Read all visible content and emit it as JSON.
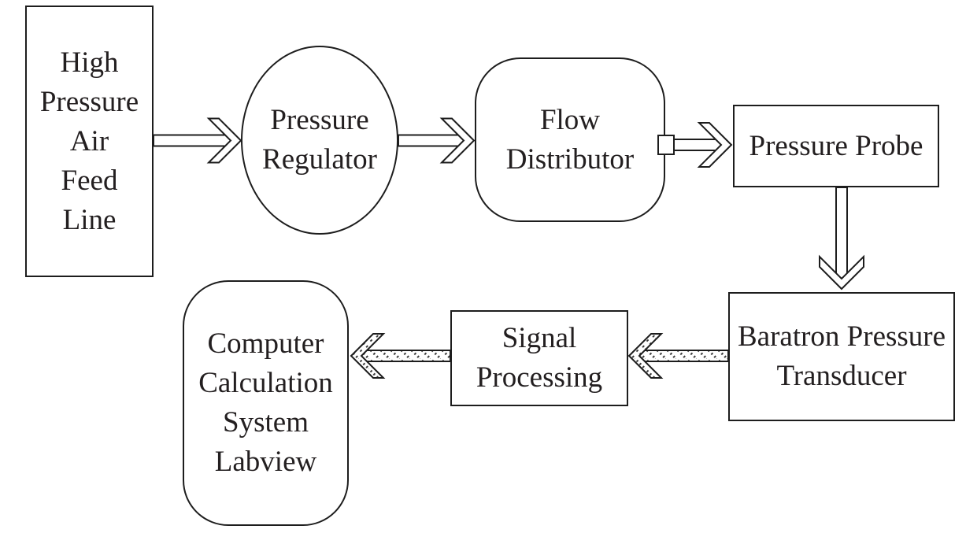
{
  "diagram": {
    "type": "block-flow-diagram",
    "background_color": "#ffffff",
    "stroke_color": "#1d1d1d",
    "text_color": "#231f20",
    "hatch_color": "#3b3b3b",
    "nodes": {
      "hp_air": {
        "shape": "rectangle",
        "lines": [
          "High",
          "Pressure",
          "Air",
          "Feed",
          "Line"
        ]
      },
      "regulator": {
        "shape": "ellipse",
        "lines": [
          "Pressure",
          "Regulator"
        ]
      },
      "flow": {
        "shape": "rounded-rectangle",
        "lines": [
          "Flow",
          "Distributor"
        ]
      },
      "probe": {
        "shape": "rectangle",
        "lines": [
          "Pressure Probe"
        ]
      },
      "baratron": {
        "shape": "rectangle",
        "lines": [
          "Baratron Pressure",
          "Transducer"
        ]
      },
      "signal": {
        "shape": "rectangle",
        "lines": [
          "Signal",
          "Processing"
        ]
      },
      "computer": {
        "shape": "rounded-rectangle",
        "lines": [
          "Computer",
          "Calculation",
          "System",
          "Labview"
        ]
      }
    },
    "edges": [
      {
        "from": "hp_air",
        "to": "regulator",
        "style": "outline-arrow",
        "direction": "right"
      },
      {
        "from": "regulator",
        "to": "flow",
        "style": "outline-arrow",
        "direction": "right"
      },
      {
        "from": "flow",
        "to": "probe",
        "style": "outline-arrow-tailed",
        "direction": "right"
      },
      {
        "from": "probe",
        "to": "baratron",
        "style": "outline-arrow",
        "direction": "down"
      },
      {
        "from": "baratron",
        "to": "signal",
        "style": "hatched-arrow",
        "direction": "left"
      },
      {
        "from": "signal",
        "to": "computer",
        "style": "hatched-arrow",
        "direction": "left"
      }
    ]
  }
}
